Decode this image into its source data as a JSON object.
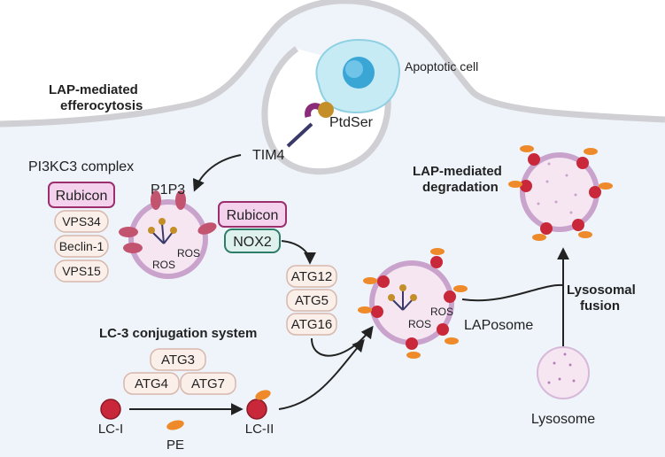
{
  "labels": {
    "apoptotic_cell": "Apoptotic cell",
    "lap_efferocytosis_line1": "LAP-mediated",
    "lap_efferocytosis_line2": "efferocytosis",
    "ptdser": "PtdSer",
    "tim4": "TIM4",
    "pi3kc3_complex": "PI3KC3 complex",
    "p1p3": "P1P3",
    "lap_degradation_line1": "LAP-mediated",
    "lap_degradation_line2": "degradation",
    "ros": "ROS",
    "laposome": "LAPosome",
    "lysosomal_fusion_line1": "Lysosomal",
    "lysosomal_fusion_line2": "fusion",
    "lysosome": "Lysosome",
    "lc3_system": "LC-3 conjugation system",
    "lc1": "LC-I",
    "lc2": "LC-II",
    "pe": "PE"
  },
  "pi3kc3_proteins": [
    "Rubicon",
    "VPS34",
    "Beclin-1",
    "VPS15"
  ],
  "nox_complex": [
    "Rubicon",
    "NOX2"
  ],
  "atg_stack": [
    "ATG12",
    "ATG5",
    "ATG16"
  ],
  "atg_enzymes": [
    "ATG3",
    "ATG4",
    "ATG7"
  ],
  "colors": {
    "background_cell": "#eef4fa",
    "membrane": "#cfcfd4",
    "vesicle_fill": "#f5e6f2",
    "vesicle_ring": "#c9a3cc",
    "rubicon_fill": "#f4d2ee",
    "rubicon_stroke": "#9b2f6e",
    "protein_fill": "#fbefea",
    "protein_stroke": "#d8b7ac",
    "nox2_fill": "#dff1ec",
    "nox2_stroke": "#2d7d68",
    "red_molecule": "#c8283a",
    "orange_lipid": "#ee8a2a",
    "apoptotic_fill": "#c6ebf5"
  }
}
